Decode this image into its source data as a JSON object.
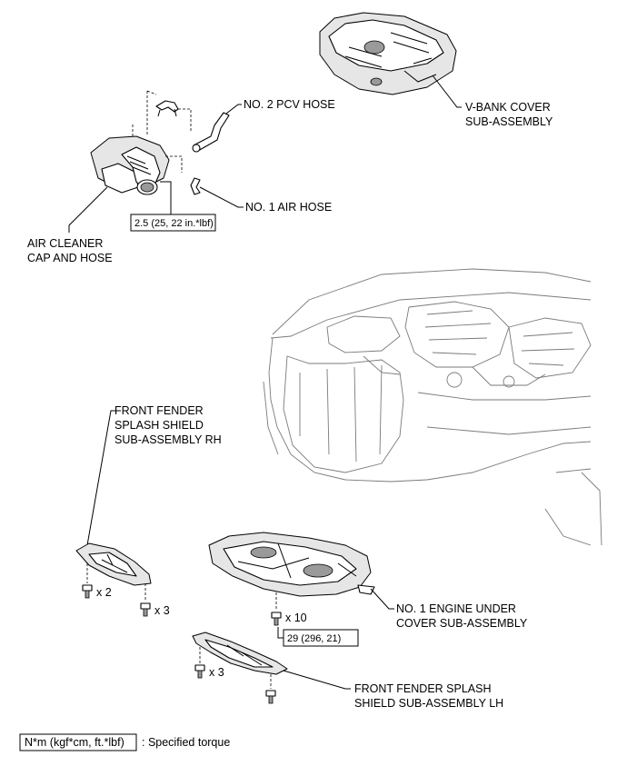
{
  "labels": {
    "pcv_hose": "NO. 2 PCV HOSE",
    "vbank_cover_l1": "V-BANK COVER",
    "vbank_cover_l2": "SUB-ASSEMBLY",
    "air_hose": "NO. 1 AIR HOSE",
    "air_cleaner_l1": "AIR CLEANER",
    "air_cleaner_l2": "CAP AND HOSE",
    "fender_rh_l1": "FRONT FENDER",
    "fender_rh_l2": "SPLASH SHIELD",
    "fender_rh_l3": "SUB-ASSEMBLY RH",
    "engine_under_l1": "NO. 1 ENGINE UNDER",
    "engine_under_l2": "COVER SUB-ASSEMBLY",
    "fender_lh_l1": "FRONT FENDER SPLASH",
    "fender_lh_l2": "SHIELD SUB-ASSEMBLY LH"
  },
  "torques": {
    "air_cleaner_clamp": "2.5 (25, 22 in.*lbf)",
    "engine_under_cover": "29 (296, 21)"
  },
  "quantities": {
    "rh_clip": "x 2",
    "rh_bolt": "x 3",
    "under_cover_bolt": "x 10",
    "lh_bolt": "x 3"
  },
  "legend": {
    "unit_box": "N*m (kgf*cm, ft.*lbf)",
    "description": ": Specified torque"
  }
}
